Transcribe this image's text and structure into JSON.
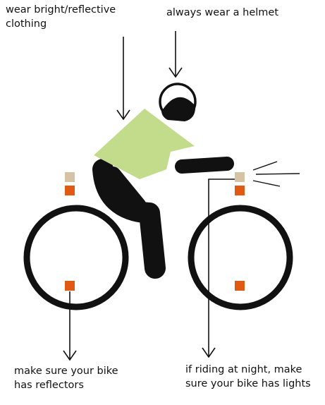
{
  "annotations": {
    "clothing": [
      "wear bright/reflective",
      "clothing"
    ],
    "helmet": [
      "always wear a helmet"
    ],
    "reflectors": [
      "make sure your bike",
      "has reflectors"
    ],
    "lights": [
      "if riding at night, make",
      "sure your bike has lights"
    ]
  },
  "colors": {
    "ink": "#111111",
    "shirt": "#c2dc8c",
    "reflector": "#e05a14",
    "light": "#d6c2a4"
  }
}
